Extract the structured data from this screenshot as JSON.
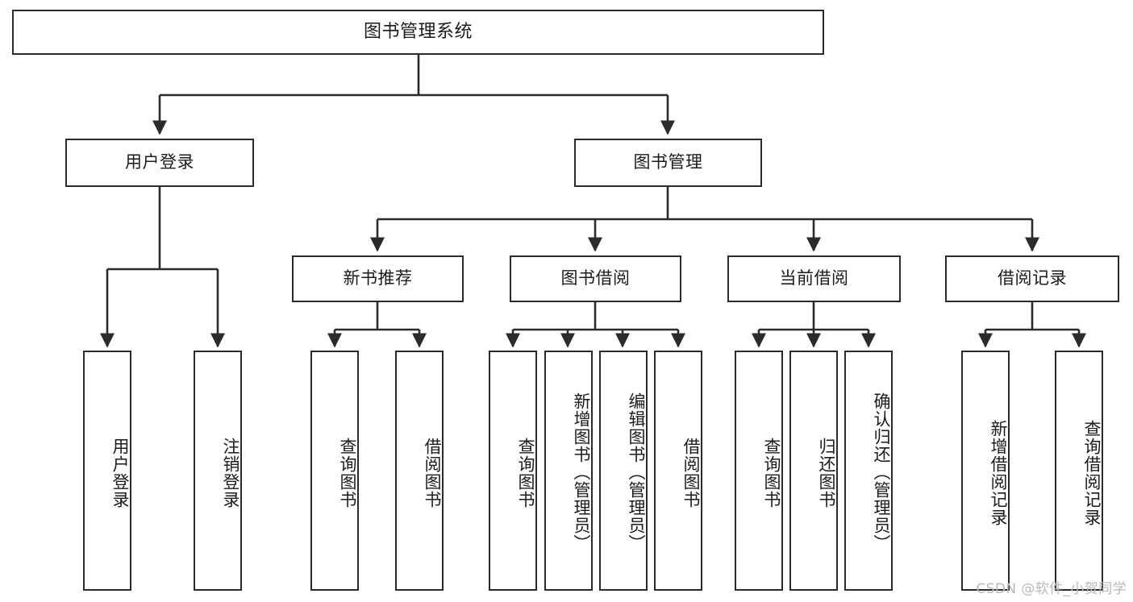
{
  "diagram": {
    "type": "tree",
    "title": "图书管理系统",
    "colors": {
      "box_border": "#2b2b2b",
      "box_fill": "#ffffff",
      "edge": "#333333",
      "text": "#1b1b1b",
      "watermark": "#b9b9b9",
      "background": "#ffffff"
    },
    "root": {
      "label": "图书管理系统"
    },
    "level2": [
      {
        "label": "用户登录"
      },
      {
        "label": "图书管理"
      }
    ],
    "level3": [
      {
        "label": "新书推荐"
      },
      {
        "label": "图书借阅"
      },
      {
        "label": "当前借阅"
      },
      {
        "label": "借阅记录"
      }
    ],
    "leaves": {
      "user_login": [
        {
          "label": "用户登录"
        },
        {
          "label": "注销登录"
        }
      ],
      "new_book": [
        {
          "label": "查询图书"
        },
        {
          "label": "借阅图书"
        }
      ],
      "book_borrow": [
        {
          "label": "查询图书"
        },
        {
          "label": "新增图书（管理员）"
        },
        {
          "label": "编辑图书（管理员）"
        },
        {
          "label": "借阅图书"
        }
      ],
      "current_borrow": [
        {
          "label": "查询图书"
        },
        {
          "label": "归还图书"
        },
        {
          "label": "确认归还（管理员）"
        }
      ],
      "borrow_record": [
        {
          "label": "新增借阅记录"
        },
        {
          "label": "查询借阅记录"
        }
      ]
    }
  },
  "watermark": {
    "text": "CSDN @软件_小贺同学"
  }
}
